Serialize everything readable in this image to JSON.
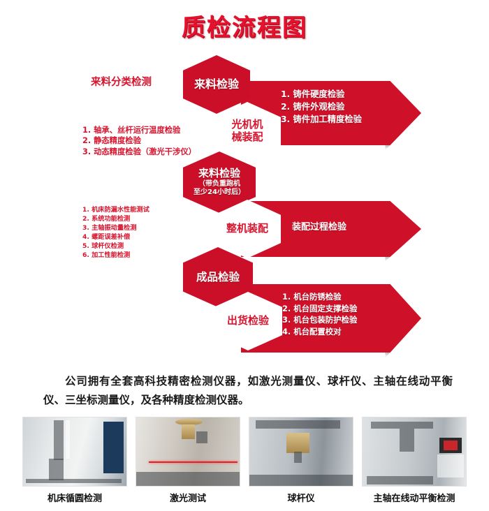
{
  "title": "质检流程图",
  "colors": {
    "brand_red": "#cf1029",
    "title_red": "#e8112d",
    "text_red": "#d8152f",
    "white": "#ffffff"
  },
  "flow": {
    "left_arrows": [
      {
        "text": "来料分类检测"
      },
      {
        "text": "1. 轴承、丝杆运行温度检验\n2. 静态精度检验\n3. 动态精度检验（激光干涉仪）"
      },
      {
        "text": "1. 机床防漏水性能测试\n2. 系统功能检测\n3. 主轴振动量检测\n4. 螺距误差补偿\n5. 球杆仪检测\n6. 加工性能检测"
      }
    ],
    "right_arrows": [
      {
        "text": "1. 铸件硬度检验\n2. 铸件外观检验\n3. 铸件加工精度检验"
      },
      {
        "text": "装配过程检验"
      },
      {
        "text": "1. 机台防锈检验\n2. 机台固定支撑检验\n3. 机台包装防护检验\n4. 机台配置校对"
      }
    ],
    "hexagons": [
      {
        "label": "来料检验",
        "sub": "",
        "style": "red"
      },
      {
        "label": "光机机\n械装配",
        "sub": "",
        "style": "white"
      },
      {
        "label": "来料检验",
        "sub": "（带负重跑机\n至少24小时后）",
        "style": "red"
      },
      {
        "label": "整机装配",
        "sub": "",
        "style": "white"
      },
      {
        "label": "成品检验",
        "sub": "",
        "style": "red"
      },
      {
        "label": "出货检验",
        "sub": "",
        "style": "white"
      }
    ]
  },
  "blurb": "公司拥有全套高科技精密检测仪器，如激光测量仪、球杆仪、主轴在线动平衡仪、三坐标测量仪，及各种精度检测仪器。",
  "photos": [
    {
      "caption": "机床循圆检测"
    },
    {
      "caption": "激光测试"
    },
    {
      "caption": "球杆仪"
    },
    {
      "caption": "主轴在线动平衡检测"
    }
  ]
}
